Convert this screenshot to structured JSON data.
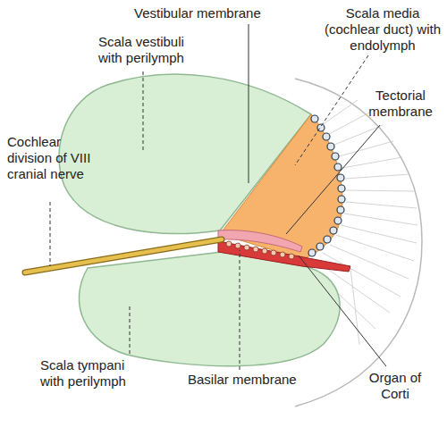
{
  "diagram": {
    "labels": [
      "Vestibular membrane",
      "Scala media (cochlear duct) with endolymph",
      "Scala vestibuli with perilymph",
      "Tectorial membrane",
      "Cochlear division of VIII cranial nerve",
      "Scala tympani with perilymph",
      "Basilar membrane",
      "Organ of Corti"
    ]
  }
}
